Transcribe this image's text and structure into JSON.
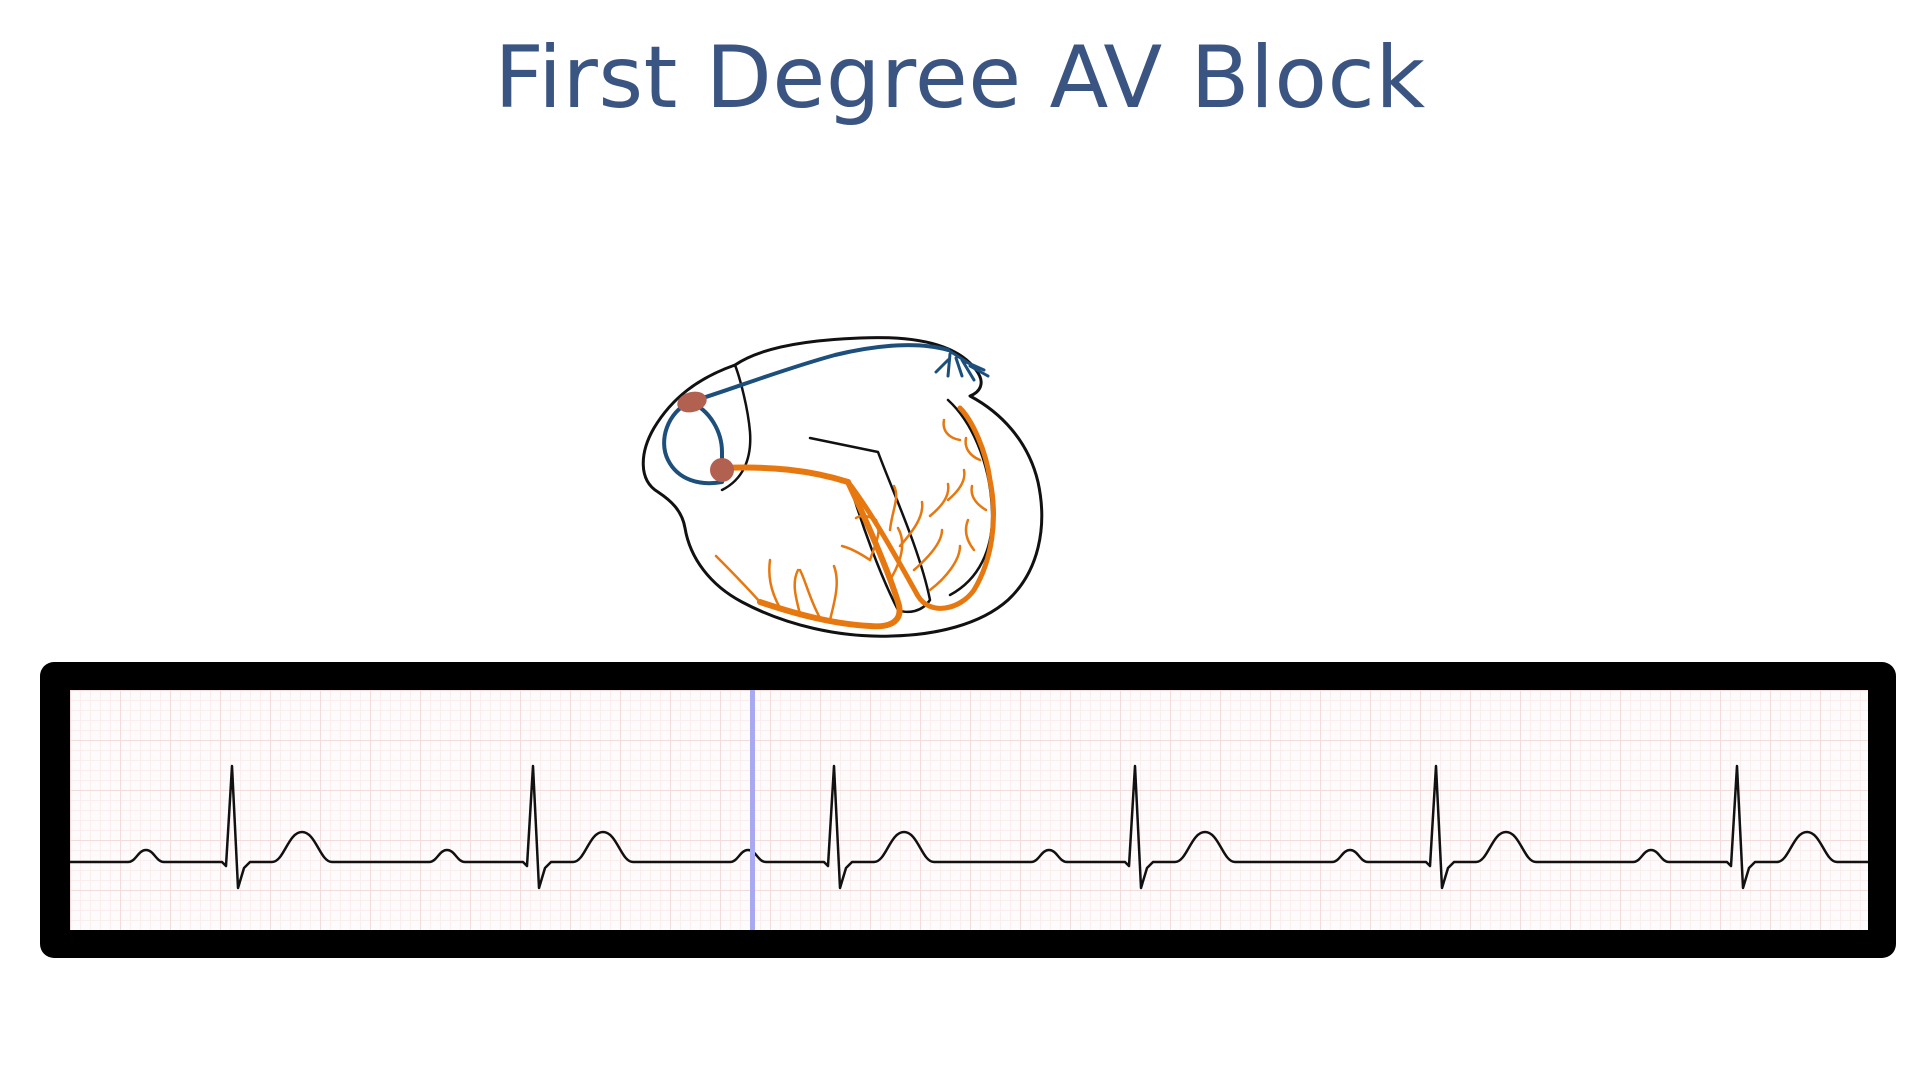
{
  "title": "First Degree AV Block",
  "colors": {
    "title": "#3b5583",
    "outline": "#111111",
    "atrial_pathway": "#1d4f7c",
    "ventricular_pathway": "#e6780f",
    "nodes": "#b26050",
    "ecg_trace": "#111111",
    "cursor": "#a9a9f2"
  },
  "ecg": {
    "beats": 6,
    "rhythm": "first degree AV block (prolonged PR interval)"
  }
}
